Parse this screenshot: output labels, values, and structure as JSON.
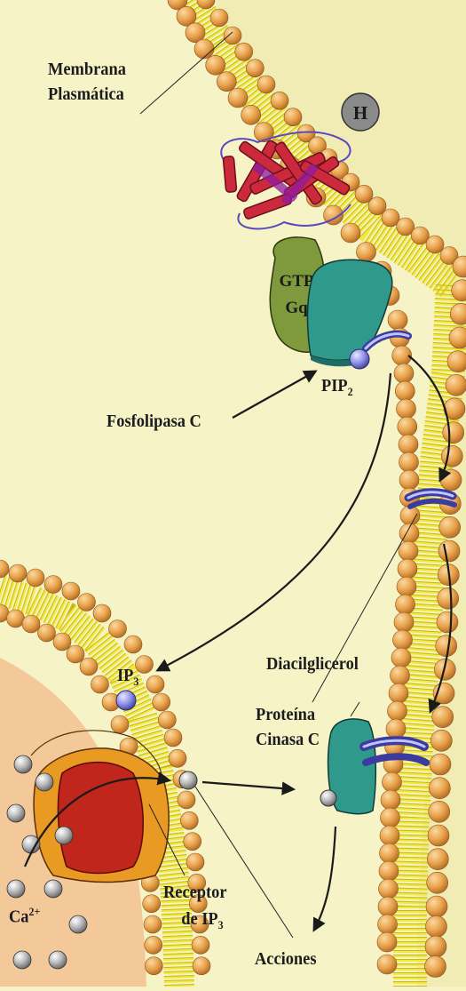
{
  "labels": {
    "membrana_1": "Membrana",
    "membrana_2": "Plasmática",
    "hormone": "H",
    "gtp": "GTP",
    "gq": "Gq",
    "fosfolipasa": "Fosfolipasa C",
    "pip": "PIP",
    "pip_sub": "2",
    "diacilglicerol": "Diacilglicerol",
    "proteina_1": "Proteína",
    "proteina_2": "Cinasa C",
    "ip": "IP",
    "ip_sub": "3",
    "receptor_1": "Receptor",
    "receptor_2_prefix": "de IP",
    "receptor_2_sub": "3",
    "ca": "Ca",
    "ca_sup": "2+",
    "acciones": "Acciones"
  },
  "colors": {
    "background": "#f6f3c6",
    "lipid_head": "#e8a14a",
    "lipid_tail": "#f2e82e",
    "receptor": "#cc2a3c",
    "gprotein": "#7f9a3c",
    "plc": "#2f9a8c",
    "pkc": "#2f9a8c",
    "ip3_receptor": "#e99a22",
    "ip3_receptor_inner": "#c0261c",
    "er_lumen": "#f4c99a",
    "ion": "#a8a8a8"
  }
}
